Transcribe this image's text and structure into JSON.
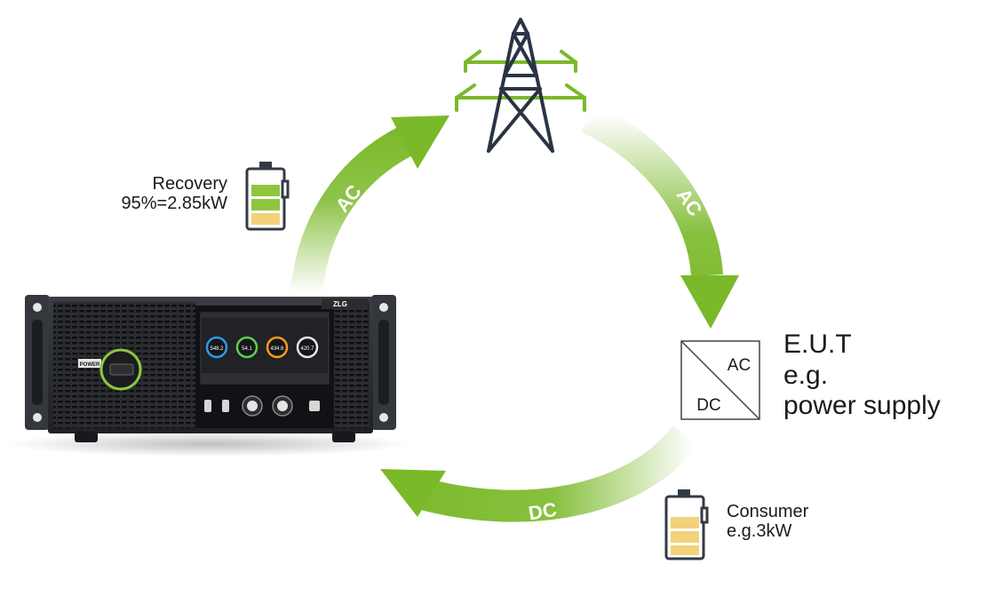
{
  "arrows": {
    "top_left": "AC",
    "top_right": "AC",
    "bottom": "DC"
  },
  "recovery": {
    "title": "Recovery",
    "value": "95%=2.85kW"
  },
  "eut": {
    "line1": "E.U.T",
    "line2": "e.g.",
    "line3": "power supply",
    "box_top": "AC",
    "box_bottom": "DC"
  },
  "consumer": {
    "title": "Consumer",
    "value": "e.g.3kW"
  },
  "device": {
    "power_label": "POWER",
    "brand": "ZLG",
    "gauges": [
      "548.2",
      "54.1",
      "434.6",
      "420.7"
    ]
  },
  "colors": {
    "arrow_green": "#7ab929",
    "tower_dark": "#2b3444",
    "tower_green": "#7ab929",
    "battery_dark": "#333a44",
    "battery_green": "#8ec63f",
    "battery_yellow": "#f2d27a",
    "gauge_blue": "#2e9be6",
    "gauge_green": "#5fcf4d",
    "gauge_orange": "#ff9a1f",
    "gauge_white": "#e6e6e6"
  }
}
